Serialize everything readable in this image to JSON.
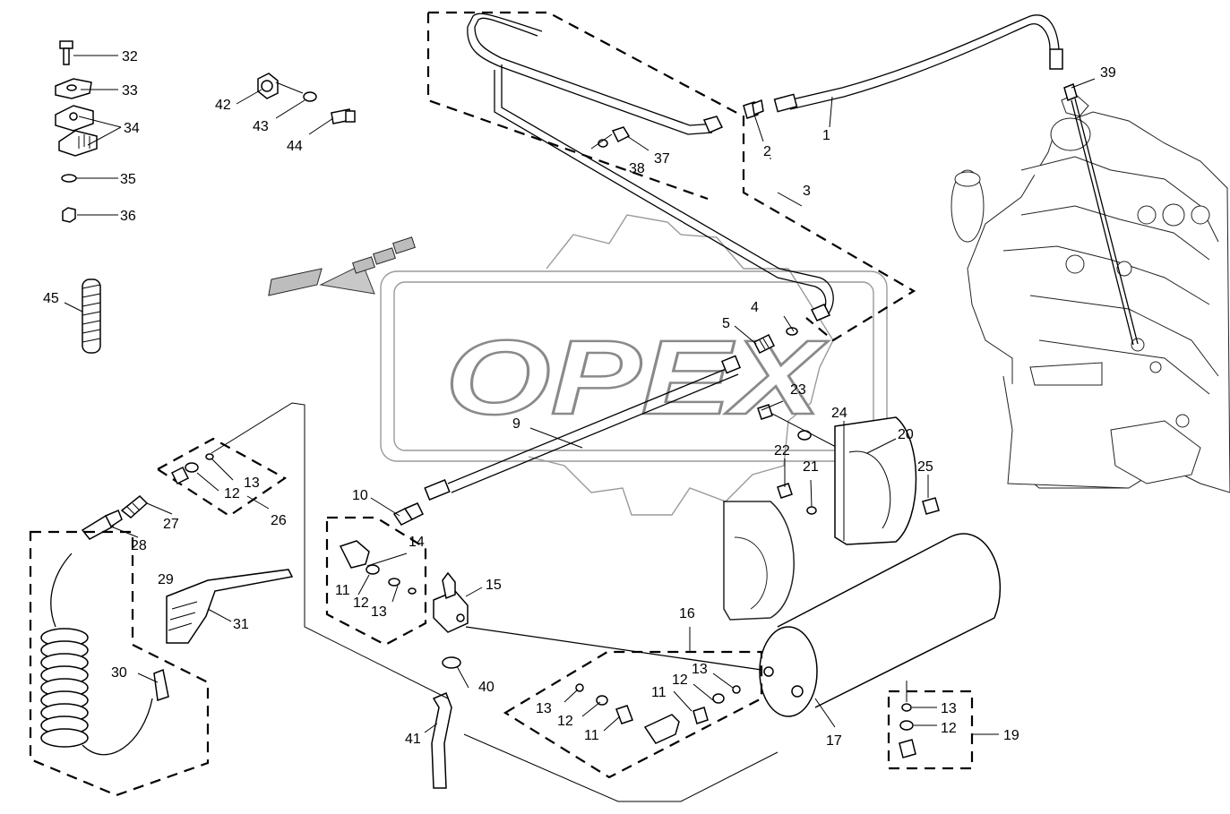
{
  "watermark": {
    "text": "OPEX"
  },
  "callouts": [
    {
      "id": "1",
      "label": "1"
    },
    {
      "id": "2",
      "label": "2"
    },
    {
      "id": "3",
      "label": "3"
    },
    {
      "id": "4",
      "label": "4"
    },
    {
      "id": "5",
      "label": "5"
    },
    {
      "id": "9",
      "label": "9"
    },
    {
      "id": "10",
      "label": "10"
    },
    {
      "id": "11a",
      "label": "11"
    },
    {
      "id": "11b",
      "label": "11"
    },
    {
      "id": "11c",
      "label": "11"
    },
    {
      "id": "12a",
      "label": "12"
    },
    {
      "id": "12b",
      "label": "12"
    },
    {
      "id": "12c",
      "label": "12"
    },
    {
      "id": "12d",
      "label": "12"
    },
    {
      "id": "12e",
      "label": "12"
    },
    {
      "id": "13a",
      "label": "13"
    },
    {
      "id": "13b",
      "label": "13"
    },
    {
      "id": "13c",
      "label": "13"
    },
    {
      "id": "13d",
      "label": "13"
    },
    {
      "id": "13e",
      "label": "13"
    },
    {
      "id": "14",
      "label": "14"
    },
    {
      "id": "15",
      "label": "15"
    },
    {
      "id": "16",
      "label": "16"
    },
    {
      "id": "17",
      "label": "17"
    },
    {
      "id": "19",
      "label": "19"
    },
    {
      "id": "20",
      "label": "20"
    },
    {
      "id": "21",
      "label": "21"
    },
    {
      "id": "22",
      "label": "22"
    },
    {
      "id": "23",
      "label": "23"
    },
    {
      "id": "24",
      "label": "24"
    },
    {
      "id": "25",
      "label": "25"
    },
    {
      "id": "26",
      "label": "26"
    },
    {
      "id": "27",
      "label": "27"
    },
    {
      "id": "28",
      "label": "28"
    },
    {
      "id": "29",
      "label": "29"
    },
    {
      "id": "30",
      "label": "30"
    },
    {
      "id": "31",
      "label": "31"
    },
    {
      "id": "32",
      "label": "32"
    },
    {
      "id": "33",
      "label": "33"
    },
    {
      "id": "34",
      "label": "34"
    },
    {
      "id": "35",
      "label": "35"
    },
    {
      "id": "36",
      "label": "36"
    },
    {
      "id": "37",
      "label": "37"
    },
    {
      "id": "38",
      "label": "38"
    },
    {
      "id": "39",
      "label": "39"
    },
    {
      "id": "40",
      "label": "40"
    },
    {
      "id": "41",
      "label": "41"
    },
    {
      "id": "42",
      "label": "42"
    },
    {
      "id": "43",
      "label": "43"
    },
    {
      "id": "44",
      "label": "44"
    },
    {
      "id": "45",
      "label": "45"
    }
  ]
}
